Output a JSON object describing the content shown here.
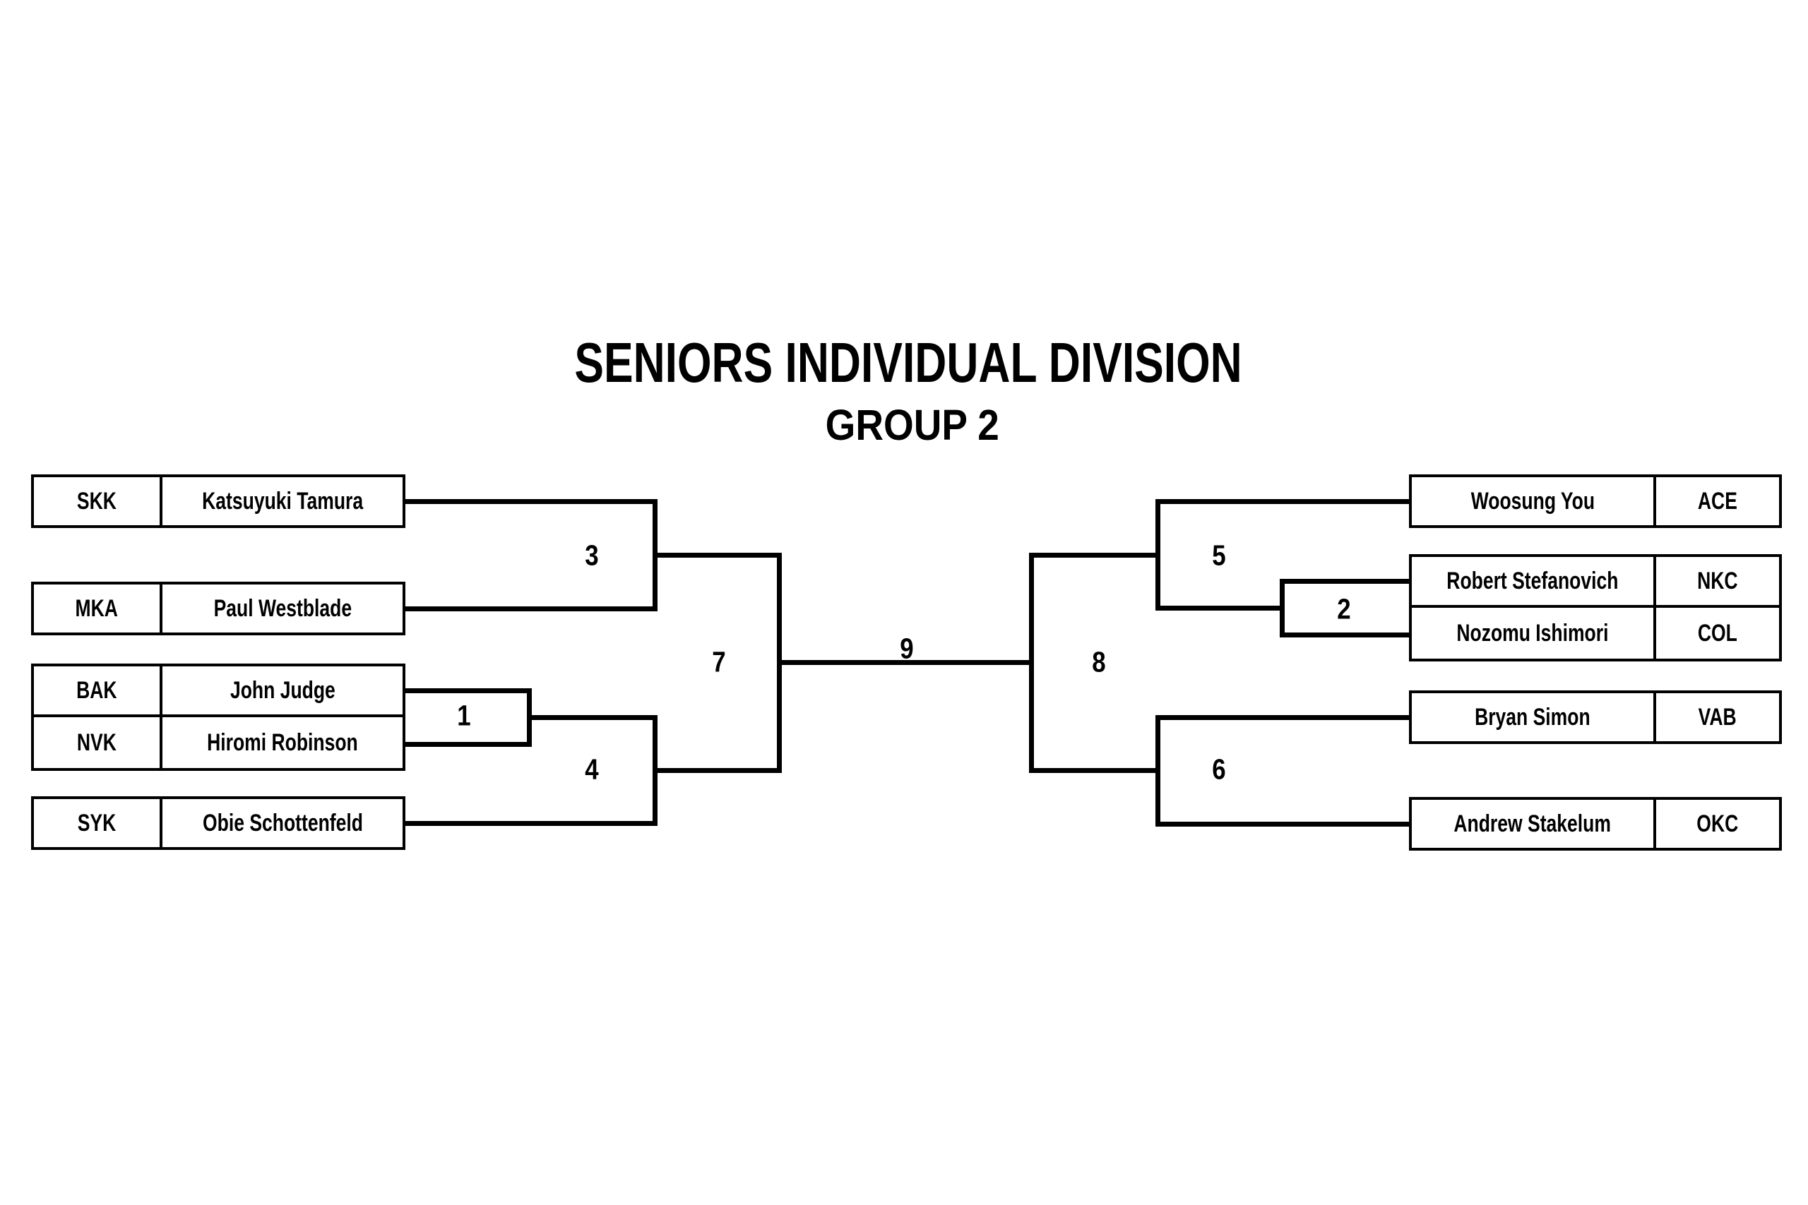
{
  "page": {
    "background": "#ffffff",
    "ink": "#000000"
  },
  "header": {
    "title": "SENIORS INDIVIDUAL DIVISION",
    "subtitle": "GROUP 2"
  },
  "entries": {
    "left": [
      {
        "club": "SKK",
        "name": "Katsuyuki Tamura"
      },
      {
        "club": "MKA",
        "name": "Paul Westblade"
      },
      {
        "club": "BAK",
        "name": "John Judge"
      },
      {
        "club": "NVK",
        "name": "Hiromi Robinson"
      },
      {
        "club": "SYK",
        "name": "Obie Schottenfeld"
      }
    ],
    "right": [
      {
        "name": "Woosung You",
        "club": "ACE"
      },
      {
        "name": "Robert Stefanovich",
        "club": "NKC"
      },
      {
        "name": "Nozomu Ishimori",
        "club": "COL"
      },
      {
        "name": "Bryan Simon",
        "club": "VAB"
      },
      {
        "name": "Andrew Stakelum",
        "club": "OKC"
      }
    ]
  },
  "match_numbers": {
    "m1": "1",
    "m2": "2",
    "m3": "3",
    "m4": "4",
    "m5": "5",
    "m6": "6",
    "m7": "7",
    "m8": "8",
    "m9": "9"
  }
}
